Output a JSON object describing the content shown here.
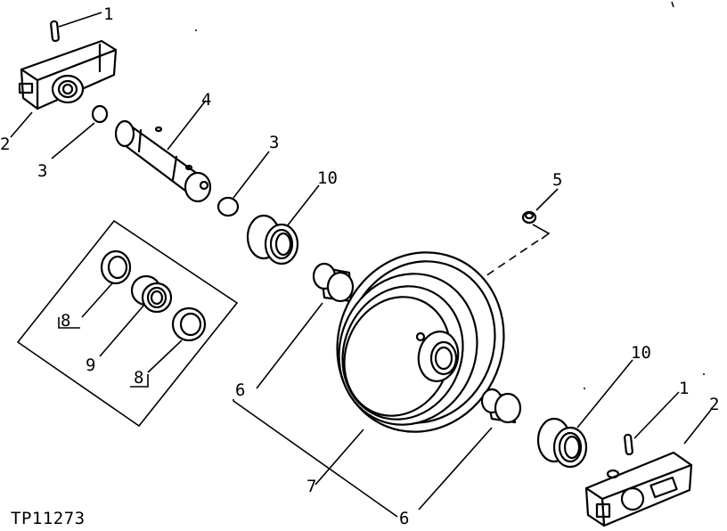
{
  "figure_id": "TP11273",
  "callouts": {
    "c1_top": "1",
    "c2_left": "2",
    "c3_left": "3",
    "c4": "4",
    "c3_mid": "3",
    "c10_upper": "10",
    "c5": "5",
    "c8_a": "8",
    "c9": "9",
    "c8_b": "8",
    "c6_upper": "6",
    "c7": "7",
    "c6_lower": "6",
    "c10_lower": "10",
    "c1_right": "1",
    "c2_right": "2"
  }
}
